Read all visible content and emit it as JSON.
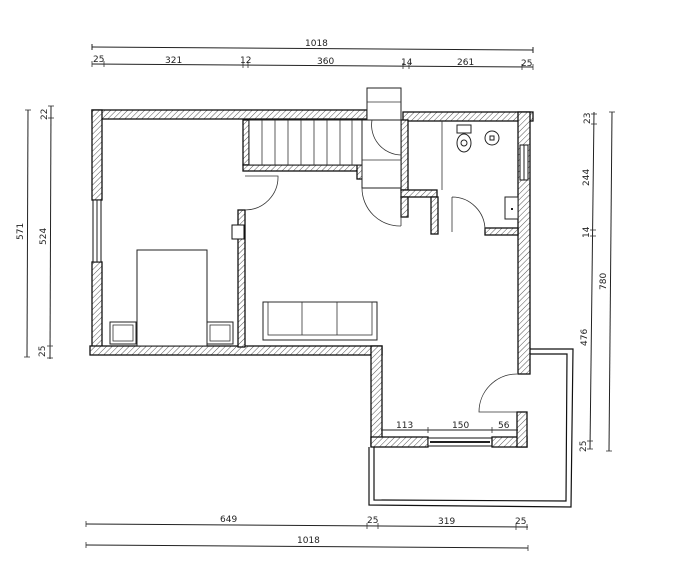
{
  "drawing": {
    "type": "floor-plan",
    "dimensions_top": {
      "overall": "1018",
      "segments": [
        "25",
        "321",
        "12",
        "360",
        "14",
        "261",
        "25"
      ]
    },
    "dimensions_bottom": {
      "segments": [
        "649",
        "25",
        "319",
        "25"
      ],
      "overall": "1018"
    },
    "dimensions_left": {
      "overall": "571",
      "segments": [
        "22",
        "524",
        "25"
      ]
    },
    "dimensions_right": {
      "overall": "780",
      "segments": [
        "23",
        "244",
        "14",
        "476",
        "25"
      ]
    },
    "dimensions_interior": {
      "south_wall_segments": [
        "113",
        "150",
        "56"
      ]
    },
    "rooms": [
      "bedroom",
      "staircase",
      "bathroom",
      "living-room",
      "terrace"
    ],
    "colors": {
      "line": "#222222",
      "background": "#ffffff"
    }
  }
}
